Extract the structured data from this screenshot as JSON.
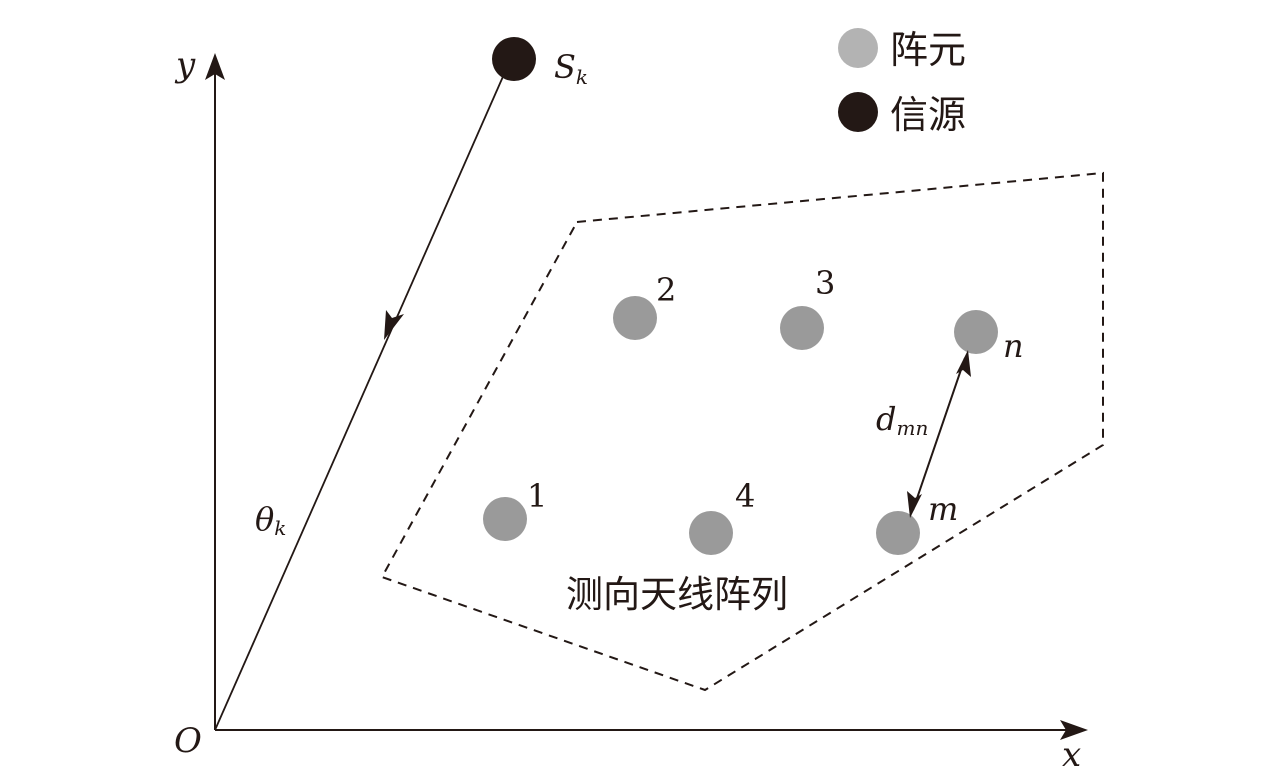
{
  "axes": {
    "x_label": "x",
    "y_label": "y",
    "origin_label": "O"
  },
  "source": {
    "label_main": "S",
    "label_sub": "k"
  },
  "angle": {
    "label_main": "θ",
    "label_sub": "k"
  },
  "elements": [
    {
      "label": "1",
      "italic": false
    },
    {
      "label": "2",
      "italic": false
    },
    {
      "label": "3",
      "italic": false
    },
    {
      "label": "4",
      "italic": false
    },
    {
      "label": "m",
      "italic": true
    },
    {
      "label": "n",
      "italic": true
    }
  ],
  "distance": {
    "label_main": "d",
    "label_sub": "mn"
  },
  "array_label": "测向天线阵列",
  "legend": {
    "element_label": "阵元",
    "source_label": "信源"
  },
  "colors": {
    "element": "#9a9a9a",
    "source": "#231815",
    "line": "#231815",
    "legend_element": "#b3b3b3"
  }
}
